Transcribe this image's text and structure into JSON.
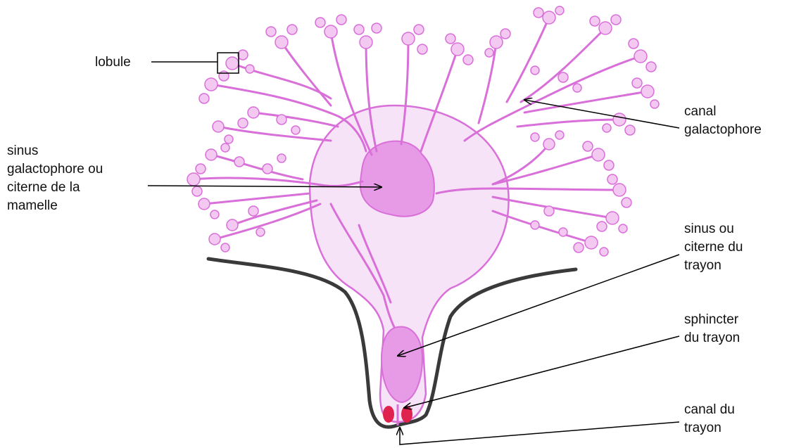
{
  "labels": {
    "lobule": [
      "lobule"
    ],
    "canal_galactophore": [
      "canal",
      "galactophore"
    ],
    "sinus_galactophore": [
      "sinus",
      "galactophore ou",
      "citerne de la",
      "mamelle"
    ],
    "sinus_trayon": [
      "sinus ou",
      "citerne du",
      "trayon"
    ],
    "sphincter": [
      "sphincter",
      "du trayon"
    ],
    "canal_trayon": [
      "canal du",
      "trayon"
    ]
  },
  "colors": {
    "tissue": "#d96fd9",
    "tissue_fill": "#f7e3f7",
    "sinus_fill": "#e79ae6",
    "sphincter": "#e0234e",
    "skin": "#3a3a3a",
    "text": "#111111",
    "leader": "#000000"
  }
}
